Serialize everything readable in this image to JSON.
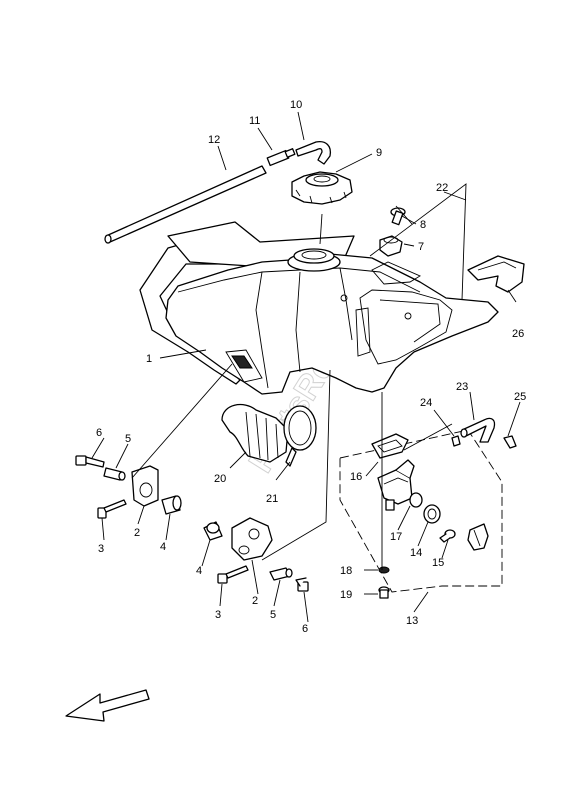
{
  "watermark": "PartsRepublik",
  "callouts": {
    "c1": "1",
    "c2a": "2",
    "c2b": "2",
    "c3a": "3",
    "c3b": "3",
    "c4a": "4",
    "c4b": "4",
    "c5a": "5",
    "c5b": "5",
    "c6a": "6",
    "c6b": "6",
    "c7": "7",
    "c8": "8",
    "c9": "9",
    "c10": "10",
    "c11": "11",
    "c12": "12",
    "c13": "13",
    "c14": "14",
    "c15": "15",
    "c16": "16",
    "c17": "17",
    "c18": "18",
    "c19": "19",
    "c20": "20",
    "c21": "21",
    "c22": "22",
    "c23": "23",
    "c24": "24",
    "c25": "25",
    "c26": "26"
  }
}
